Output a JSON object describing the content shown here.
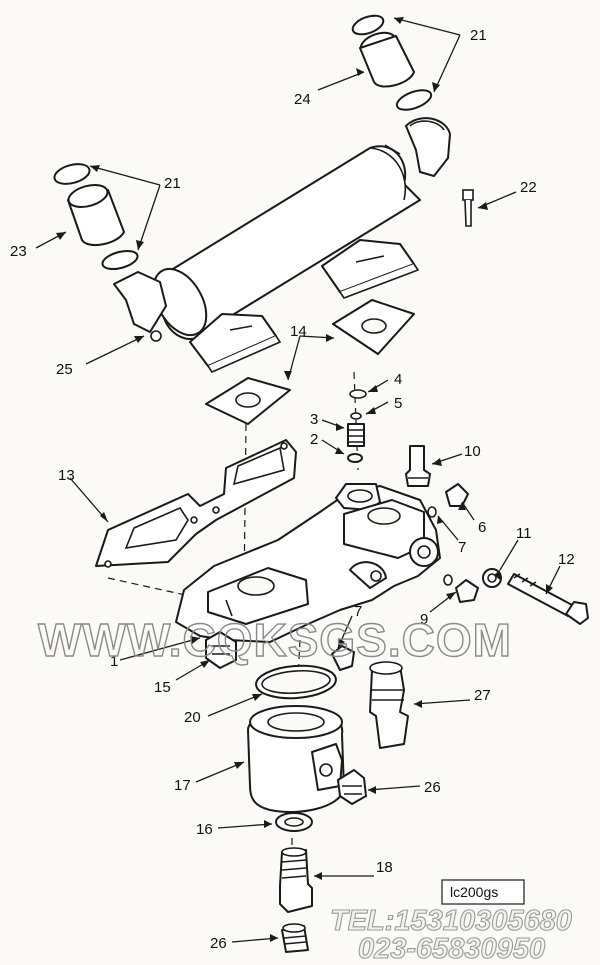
{
  "callouts": [
    {
      "id": "c21a",
      "text": "21"
    },
    {
      "id": "c21b",
      "text": "21"
    },
    {
      "id": "c22",
      "text": "22"
    },
    {
      "id": "c23",
      "text": "23"
    },
    {
      "id": "c24",
      "text": "24"
    },
    {
      "id": "c25",
      "text": "25"
    },
    {
      "id": "c14",
      "text": "14"
    },
    {
      "id": "c4",
      "text": "4"
    },
    {
      "id": "c5",
      "text": "5"
    },
    {
      "id": "c3",
      "text": "3"
    },
    {
      "id": "c2",
      "text": "2"
    },
    {
      "id": "c10",
      "text": "10"
    },
    {
      "id": "c13",
      "text": "13"
    },
    {
      "id": "c6",
      "text": "6"
    },
    {
      "id": "c7a",
      "text": "7"
    },
    {
      "id": "c7b",
      "text": "7"
    },
    {
      "id": "c11",
      "text": "11"
    },
    {
      "id": "c12",
      "text": "12"
    },
    {
      "id": "c9",
      "text": "9"
    },
    {
      "id": "c1",
      "text": "1"
    },
    {
      "id": "c15",
      "text": "15"
    },
    {
      "id": "c20",
      "text": "20"
    },
    {
      "id": "c27",
      "text": "27"
    },
    {
      "id": "c17",
      "text": "17"
    },
    {
      "id": "c26a",
      "text": "26"
    },
    {
      "id": "c16",
      "text": "16"
    },
    {
      "id": "c18",
      "text": "18"
    },
    {
      "id": "c26b",
      "text": "26"
    }
  ],
  "reference_box": "lc200gs",
  "watermark": "WWW.CQKSGS.COM",
  "contact_tel": "TEL:15310305680",
  "contact_phone": "023-65830950"
}
